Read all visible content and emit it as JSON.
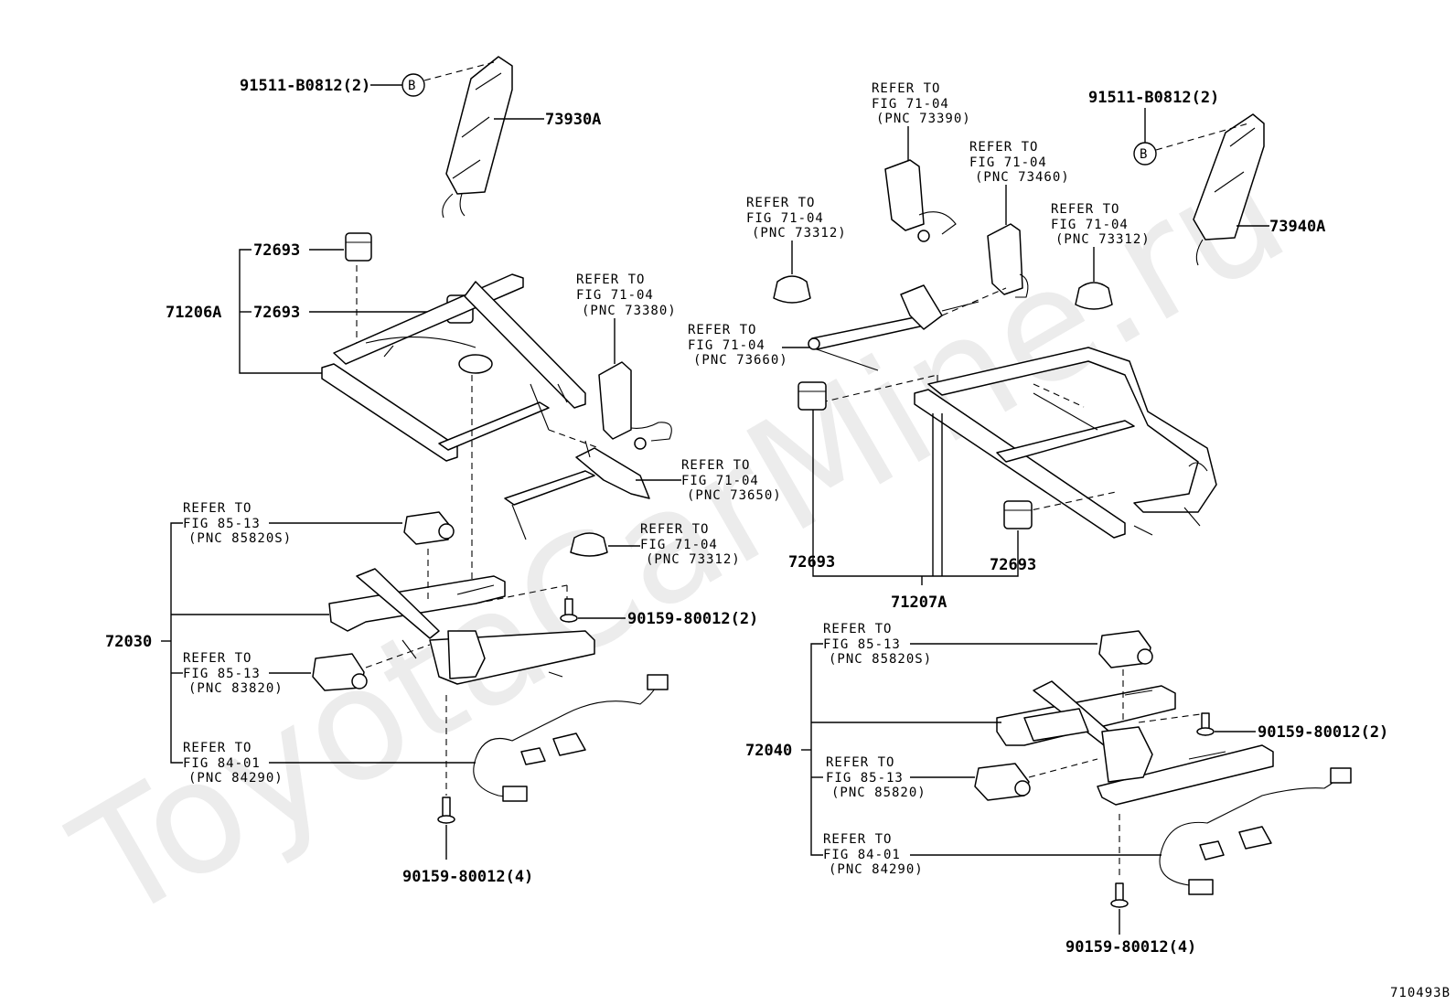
{
  "watermark": "ToyotaCarMine.ru",
  "figure_id": "710493B",
  "badge_letter": "B",
  "labels": {
    "bolt_b_left": "91511-B0812(2)",
    "bolt_b_right": "91511-B0812(2)",
    "belt_left": "73930A",
    "belt_right": "73940A",
    "cap_upper": "72693",
    "cap_lower": "72693",
    "frame_left": "71206A",
    "cap_right_a": "72693",
    "cap_right_b": "72693",
    "frame_right": "71207A",
    "adjuster_left": "72030",
    "adjuster_right": "72040",
    "bolt_left_2": "90159-80012(2)",
    "bolt_left_4": "90159-80012(4)",
    "bolt_right_2": "90159-80012(2)",
    "bolt_right_4": "90159-80012(4)"
  },
  "refs": {
    "r73380": [
      "REFER TO",
      "FIG 71-04",
      "(PNC 73380)"
    ],
    "r73650": [
      "REFER TO",
      "FIG 71-04",
      "(PNC 73650)"
    ],
    "r73312_mid": [
      "REFER TO",
      "FIG 71-04",
      "(PNC 73312)"
    ],
    "r85820S_left": [
      "REFER TO",
      "FIG 85-13",
      "(PNC 85820S)"
    ],
    "r83820": [
      "REFER TO",
      "FIG 85-13",
      "(PNC 83820)"
    ],
    "r84290_left": [
      "REFER TO",
      "FIG 84-01",
      "(PNC 84290)"
    ],
    "r73390": [
      "REFER TO",
      "FIG 71-04",
      "(PNC 73390)"
    ],
    "r73460": [
      "REFER TO",
      "FIG 71-04",
      "(PNC 73460)"
    ],
    "r73312_left": [
      "REFER TO",
      "FIG 71-04",
      "(PNC 73312)"
    ],
    "r73312_right": [
      "REFER TO",
      "FIG 71-04",
      "(PNC 73312)"
    ],
    "r73660": [
      "REFER TO",
      "FIG 71-04",
      "(PNC 73660)"
    ],
    "r85820S_right": [
      "REFER TO",
      "FIG 85-13",
      "(PNC 85820S)"
    ],
    "r85820": [
      "REFER TO",
      "FIG 85-13",
      "(PNC 85820)"
    ],
    "r84290_right": [
      "REFER TO",
      "FIG 84-01",
      "(PNC 84290)"
    ]
  }
}
